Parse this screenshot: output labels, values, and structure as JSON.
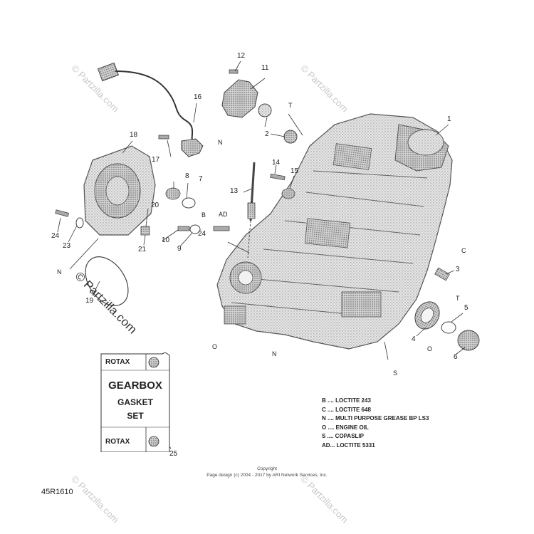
{
  "callouts": {
    "c1": "1",
    "c2": "2",
    "c3": "3",
    "c4": "4",
    "c5": "5",
    "c6": "6",
    "c7": "7",
    "c8": "8",
    "c9": "9",
    "c10": "10",
    "c11": "11",
    "c12": "12",
    "c13": "13",
    "c14": "14",
    "c15": "15",
    "c16": "16",
    "c17": "17",
    "c18": "18",
    "c19": "19",
    "c20": "20",
    "c21": "21",
    "c23": "23",
    "c24a": "24",
    "c24b": "24",
    "c25": "25"
  },
  "symbols": {
    "n1": "N",
    "n2": "N",
    "n3": "N",
    "t1": "T",
    "t2": "T",
    "c1": "C",
    "o1": "O",
    "o2": "O",
    "s1": "S",
    "b1": "B",
    "ad1": "AD"
  },
  "legend": [
    "B .... LOCTITE 243",
    "C .... LOCTITE 648",
    "N .... MULTI PURPOSE GREASE BP LS3",
    "O .... ENGINE OIL",
    "S .... COPASLIP",
    "AD... LOCTITE 5331"
  ],
  "kit": {
    "brand_top": "ROTAX",
    "line1": "GEARBOX",
    "line2": "GASKET",
    "line3": "SET",
    "brand_bottom": "ROTAX"
  },
  "copyright_line1": "Copyright",
  "copyright_line2": "Page design (c) 2004 - 2017 by ARI Network Services, Inc.",
  "diagram_code": "45R1610",
  "watermark": "© Partzilla.com"
}
